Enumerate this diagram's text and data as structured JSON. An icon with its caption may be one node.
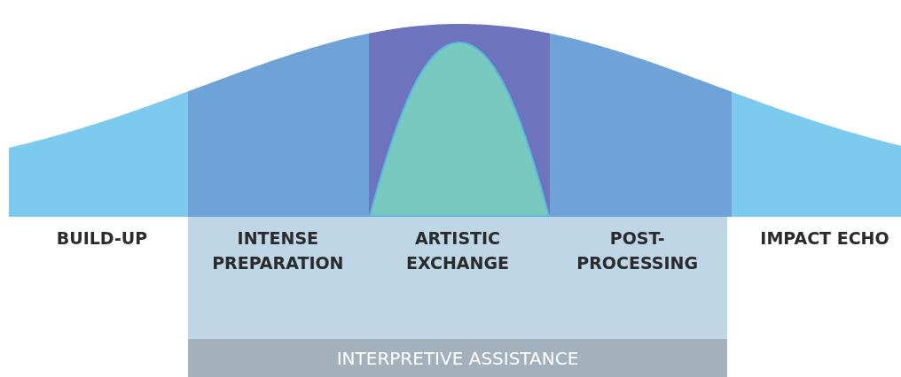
{
  "diagram": {
    "nodes": [
      {
        "text": [
          "INTENSE PREPARATION",
          "ARTISTIC EXCHANGE",
          "POST-PROCESSING"
        ]
      },
      {
        "text": [
          "INTERPRETIVE ASSISTANCE"
        ],
        "in": 0
      }
    ],
    "labels": [
      "BUILD-UP",
      "IMPACT ECHO"
    ]
  }
}
